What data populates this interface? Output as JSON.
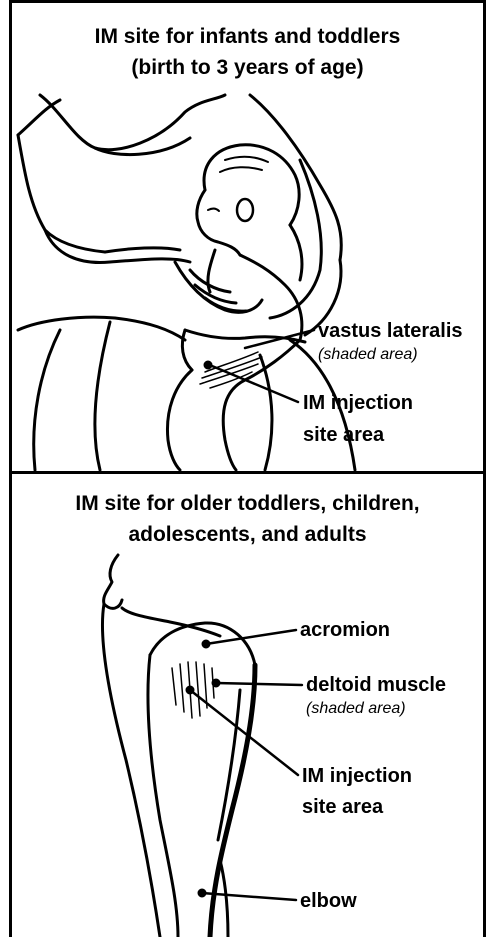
{
  "top_panel": {
    "title_line1": "IM site for infants and toddlers",
    "title_line2": "(birth to 3 years of age)",
    "muscle_label": "vastus lateralis",
    "muscle_note": "(shaded area)",
    "site_label_line1": "IM injection",
    "site_label_line2": "site area"
  },
  "bottom_panel": {
    "title_line1": "IM site for older toddlers, children,",
    "title_line2": "adolescents, and adults",
    "acromion_label": "acromion",
    "muscle_label": "deltoid muscle",
    "muscle_note": "(shaded area)",
    "site_label_line1": "IM injection",
    "site_label_line2": "site area",
    "elbow_label": "elbow"
  }
}
